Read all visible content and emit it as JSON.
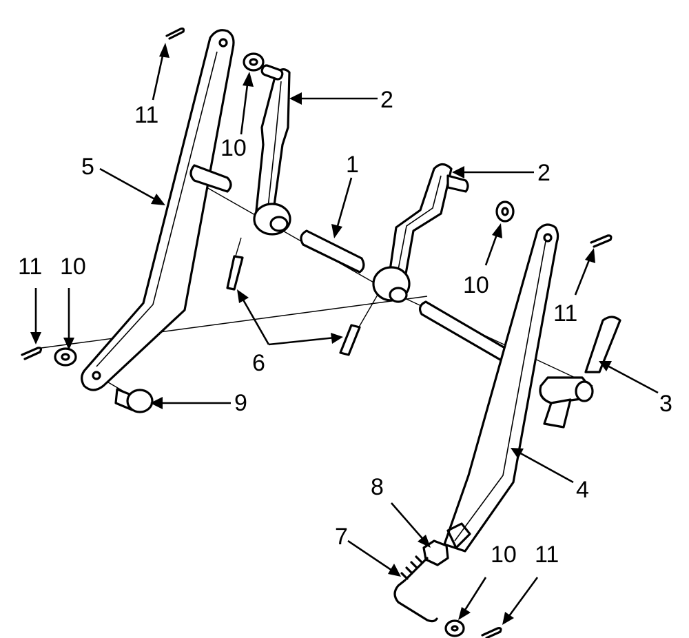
{
  "callouts": [
    {
      "id": "c11a",
      "text": "11"
    },
    {
      "id": "c10a",
      "text": "10"
    },
    {
      "id": "c2a",
      "text": "2"
    },
    {
      "id": "c5",
      "text": "5"
    },
    {
      "id": "c1",
      "text": "1"
    },
    {
      "id": "c2b",
      "text": "2"
    },
    {
      "id": "c10b",
      "text": "10"
    },
    {
      "id": "c11b",
      "text": "11"
    },
    {
      "id": "c11c",
      "text": "11"
    },
    {
      "id": "c10c",
      "text": "10"
    },
    {
      "id": "c6",
      "text": "6"
    },
    {
      "id": "c9",
      "text": "9"
    },
    {
      "id": "c3",
      "text": "3"
    },
    {
      "id": "c4",
      "text": "4"
    },
    {
      "id": "c8",
      "text": "8"
    },
    {
      "id": "c7",
      "text": "7"
    },
    {
      "id": "c10d",
      "text": "10"
    },
    {
      "id": "c11d",
      "text": "11"
    }
  ]
}
